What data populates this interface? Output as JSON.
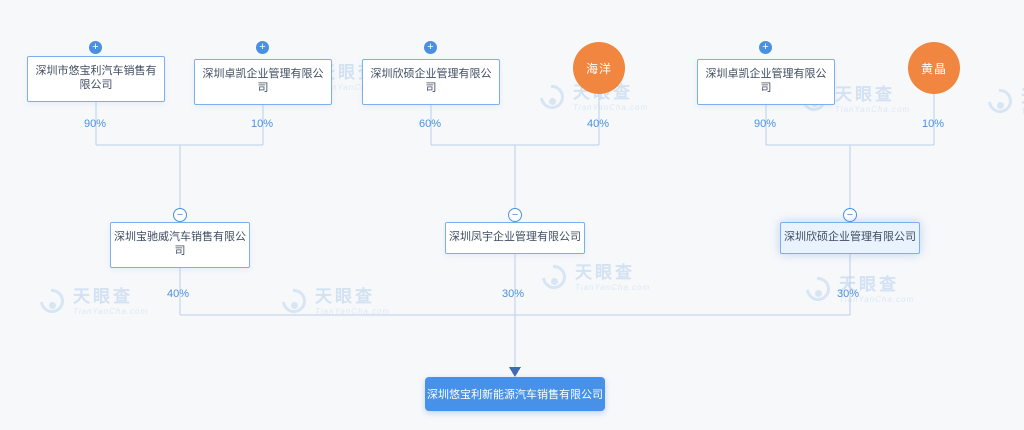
{
  "watermark": {
    "text": "天眼查",
    "sub": "TianYanCha.com"
  },
  "icons": {
    "expand": "+",
    "collapse": "−"
  },
  "shareholders": [
    {
      "label": "深圳市悠宝利汽车销售有限公司",
      "type": "company",
      "percent": "90%"
    },
    {
      "label": "深圳卓凯企业管理有限公司",
      "type": "company",
      "percent": "10%"
    },
    {
      "label": "深圳欣硕企业管理有限公司",
      "type": "company",
      "percent": "60%"
    },
    {
      "label": "海洋",
      "type": "person",
      "percent": "40%"
    },
    {
      "label": "深圳卓凯企业管理有限公司",
      "type": "company",
      "percent": "90%"
    },
    {
      "label": "黄晶",
      "type": "person",
      "percent": "10%"
    }
  ],
  "intermediates": [
    {
      "label": "深圳宝驰威汽车销售有限公司",
      "percent": "40%"
    },
    {
      "label": "深圳凤宇企业管理有限公司",
      "percent": "30%"
    },
    {
      "label": "深圳欣硕企业管理有限公司",
      "percent": "30%"
    }
  ],
  "target": {
    "label": "深圳悠宝利新能源汽车销售有限公司"
  },
  "colors": {
    "accent_blue": "#4a90e2",
    "person_orange": "#f0863f",
    "line": "#b8d0ea",
    "node_border": "#7ab0ee",
    "highlight_bg": "#e8f3fe",
    "target_bg": "#4792e8"
  }
}
